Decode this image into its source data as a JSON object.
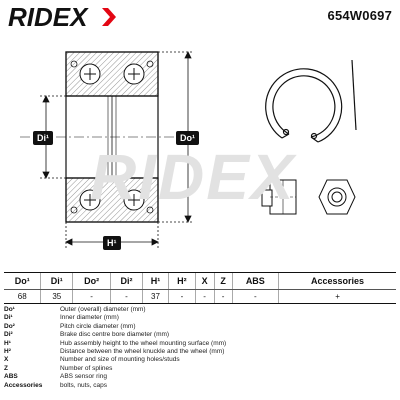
{
  "header": {
    "brand": "RIDEX",
    "part_number": "654W0697"
  },
  "drawing": {
    "watermark": "RIDEX",
    "labels": {
      "outer": "Do¹",
      "inner": "Di¹",
      "height": "H¹"
    }
  },
  "specs": {
    "columns": [
      "Do¹",
      "Di¹",
      "Do²",
      "Di²",
      "H¹",
      "H²",
      "X",
      "Z",
      "ABS",
      "Accessories"
    ],
    "values": [
      "68",
      "35",
      "-",
      "-",
      "37",
      "-",
      "-",
      "-",
      "-",
      "+"
    ]
  },
  "legend": [
    {
      "key": "Do¹",
      "text": "Outer (overall) diameter (mm)"
    },
    {
      "key": "Di¹",
      "text": "Inner diameter (mm)"
    },
    {
      "key": "Do²",
      "text": "Pitch circle diameter (mm)"
    },
    {
      "key": "Di²",
      "text": "Brake disc centre bore diameter (mm)"
    },
    {
      "key": "H¹",
      "text": "Hub assembly height to the wheel mounting surface (mm)"
    },
    {
      "key": "H²",
      "text": "Distance between the wheel knuckle and the wheel (mm)"
    },
    {
      "key": "X",
      "text": "Number and size of mounting holes/studs"
    },
    {
      "key": "Z",
      "text": "Number of splines"
    },
    {
      "key": "ABS",
      "text": "ABS sensor ring"
    },
    {
      "key": "Accessories",
      "text": "bolts, nuts, caps"
    }
  ]
}
